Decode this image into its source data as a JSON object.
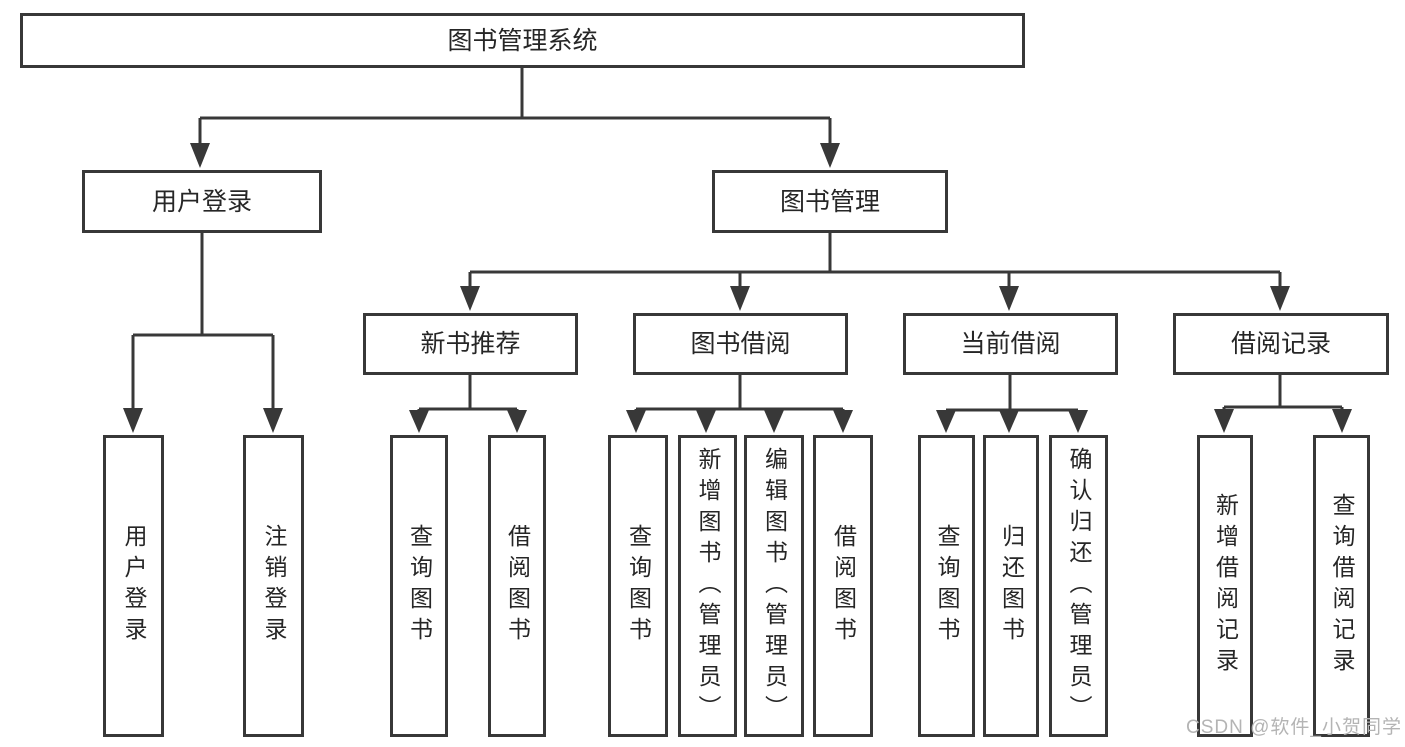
{
  "colors": {
    "line": "#383838",
    "text": "#262626",
    "box_fill": "#ffffff",
    "watermark": "#b4b4b4"
  },
  "tree": {
    "root": {
      "label": "图书管理系统"
    },
    "branches": [
      {
        "label": "用户登录",
        "children": [
          "用户登录",
          "注销登录"
        ]
      },
      {
        "label": "图书管理",
        "children": [
          {
            "label": "新书推荐",
            "children": [
              "查询图书",
              "借阅图书"
            ]
          },
          {
            "label": "图书借阅",
            "children": [
              "查询图书",
              "新增图书（管理员）",
              "编辑图书（管理员）",
              "借阅图书"
            ]
          },
          {
            "label": "当前借阅",
            "children": [
              "查询图书",
              "归还图书",
              "确认归还（管理员）"
            ]
          },
          {
            "label": "借阅记录",
            "children": [
              "新增借阅记录",
              "查询借阅记录"
            ]
          }
        ]
      }
    ]
  },
  "watermark": "CSDN @软件_小贺同学"
}
